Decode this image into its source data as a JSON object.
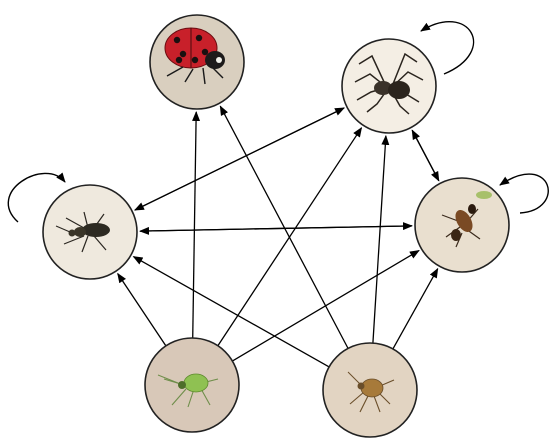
{
  "diagram": {
    "kind": "food-web",
    "nodes": [
      {
        "id": "ladybird",
        "icon": "ladybird-photo",
        "bg": "#d9cfbf"
      },
      {
        "id": "spider",
        "icon": "spider-photo",
        "bg": "#f4eee4"
      },
      {
        "id": "ground-beetle",
        "icon": "ground-beetle-photo",
        "bg": "#efe9de"
      },
      {
        "id": "rove-beetle",
        "icon": "rove-beetle-photo",
        "bg": "#e9dfcf"
      },
      {
        "id": "green-aphid",
        "icon": "green-aphid-photo",
        "bg": "#d8c8b8"
      },
      {
        "id": "brown-aphid",
        "icon": "brown-aphid-photo",
        "bg": "#e2d4c2"
      }
    ],
    "edges": [
      {
        "from": "green-aphid",
        "to": "ladybird"
      },
      {
        "from": "green-aphid",
        "to": "spider"
      },
      {
        "from": "green-aphid",
        "to": "ground-beetle"
      },
      {
        "from": "green-aphid",
        "to": "rove-beetle"
      },
      {
        "from": "brown-aphid",
        "to": "ladybird"
      },
      {
        "from": "brown-aphid",
        "to": "spider"
      },
      {
        "from": "brown-aphid",
        "to": "ground-beetle"
      },
      {
        "from": "brown-aphid",
        "to": "rove-beetle"
      },
      {
        "from": "ground-beetle",
        "to": "spider"
      },
      {
        "from": "rove-beetle",
        "to": "ground-beetle"
      },
      {
        "from": "ground-beetle",
        "to": "rove-beetle"
      },
      {
        "from": "spider",
        "to": "ground-beetle"
      },
      {
        "from": "spider",
        "to": "rove-beetle"
      },
      {
        "from": "rove-beetle",
        "to": "spider"
      }
    ],
    "self_loops": [
      "spider",
      "ground-beetle",
      "rove-beetle"
    ],
    "colors": {
      "arrow": "#000000",
      "node_border": "#222222"
    }
  }
}
